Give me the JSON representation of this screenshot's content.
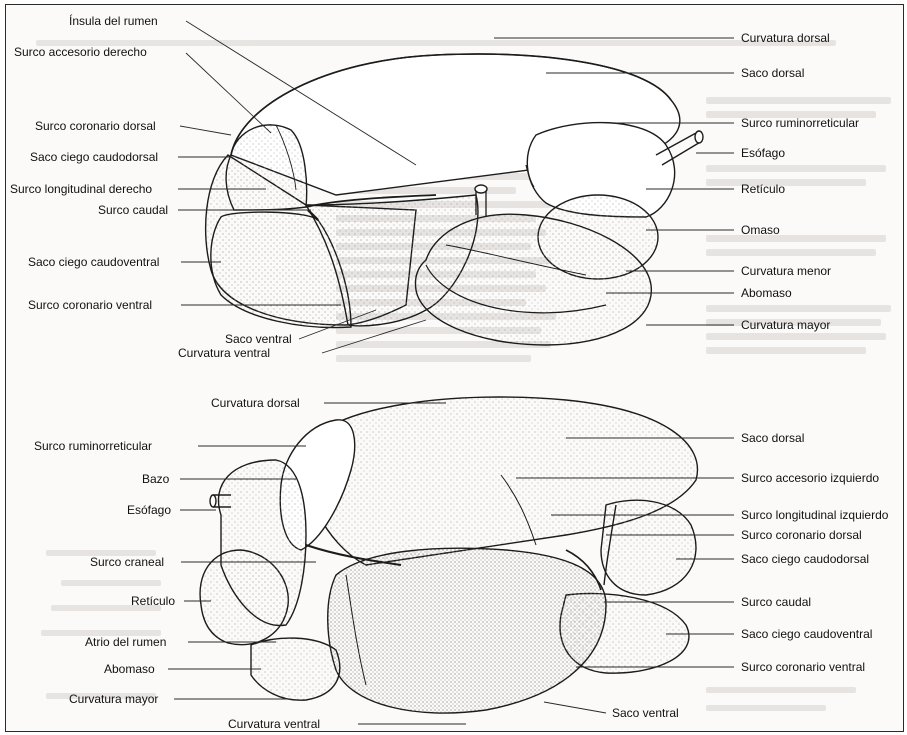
{
  "colors": {
    "ink": "#111111",
    "leader": "#2a2a2a",
    "paper": "#fbfaf8",
    "bleed": "#cfc9c4",
    "stipple": "#7a7a7a"
  },
  "upper_figure": {
    "left_labels": [
      "Ínsula del rumen",
      "Surco accesorio derecho",
      "Surco coronario dorsal",
      "Saco ciego caudodorsal",
      "Surco longitudinal derecho",
      "Surco caudal",
      "Saco ciego caudoventral",
      "Surco coronario ventral"
    ],
    "bottom_labels": [
      "Saco ventral",
      "Curvatura ventral"
    ],
    "right_labels": [
      "Curvatura dorsal",
      "Saco dorsal",
      "Surco ruminorreticular",
      "Esófago",
      "Retículo",
      "Omaso",
      "Curvatura menor",
      "Abomaso",
      "Curvatura mayor"
    ]
  },
  "lower_figure": {
    "left_labels": [
      "Curvatura dorsal",
      "Surco ruminorreticular",
      "Bazo",
      "Esófago",
      "Surco craneal",
      "Retículo",
      "Atrio del rumen",
      "Abomaso",
      "Curvatura mayor"
    ],
    "bottom_labels": [
      "Curvatura ventral",
      "Saco ventral"
    ],
    "right_labels": [
      "Saco dorsal",
      "Surco accesorio izquierdo",
      "Surco longitudinal izquierdo",
      "Surco coronario dorsal",
      "Saco ciego caudodorsal",
      "Surco caudal",
      "Saco ciego caudoventral",
      "Surco coronario ventral"
    ]
  }
}
